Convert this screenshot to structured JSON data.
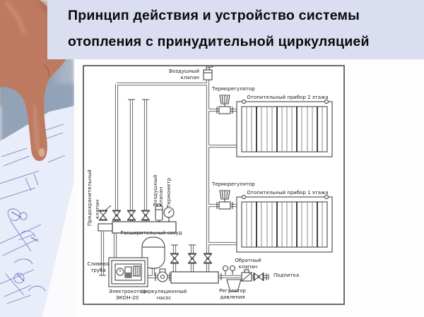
{
  "slide": {
    "title": {
      "line1": "Принцип действия и устройство системы",
      "line2": "отопления с принудительной циркуляцией"
    }
  },
  "diagram": {
    "labels": {
      "air_valve_top": "Воздушный\nклапан",
      "thermostat_2": "Терморегулятор",
      "radiator_2": "Отопительный прибор 2 этажа",
      "thermostat_1": "Терморегулятор",
      "radiator_1": "Отопительный прибор 1 этажа",
      "safety_valve_l1": "Предохранительный",
      "safety_valve_l2": "клапан",
      "air_valve_mid": "Воздушный клапан",
      "thermometer": "Термометр",
      "expansion_vessel": "Расширительный сосуд",
      "drain_pipe": "Сливная\nтруба",
      "boiler": "Электрокотел\nЭКОН-20",
      "pump": "Циркуляционный\nнасос",
      "check_valve": "Обратный\nклапан",
      "pressure_regulator": "Регулятор\nдавления",
      "makeup": "Подпитка"
    },
    "colors": {
      "title_bar_bg": "#dbdef1",
      "diagram_line": "#555555",
      "label_text": "#222222",
      "blueprint_ink": "#4055ae"
    }
  }
}
